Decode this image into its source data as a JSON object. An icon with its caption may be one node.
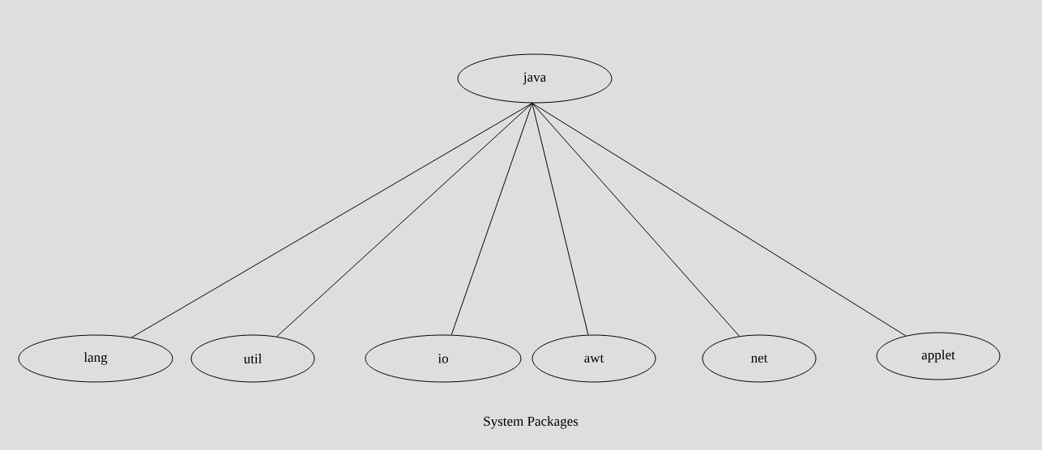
{
  "diagram": {
    "caption": "System Packages",
    "nodes": [
      {
        "text": [
          "java"
        ]
      },
      {
        "text": [
          "lang"
        ]
      },
      {
        "text": [
          "util"
        ]
      },
      {
        "text": [
          "io"
        ]
      },
      {
        "text": [
          "awt"
        ]
      },
      {
        "text": [
          "net"
        ]
      },
      {
        "text": [
          "applet"
        ]
      }
    ],
    "edges": [
      {
        "from": 0,
        "to": 1,
        "arrow": "none"
      },
      {
        "from": 0,
        "to": 2,
        "arrow": "none"
      },
      {
        "from": 0,
        "to": 3,
        "arrow": "none"
      },
      {
        "from": 0,
        "to": 4,
        "arrow": "none"
      },
      {
        "from": 0,
        "to": 5,
        "arrow": "none"
      },
      {
        "from": 0,
        "to": 6,
        "arrow": "none"
      }
    ]
  }
}
